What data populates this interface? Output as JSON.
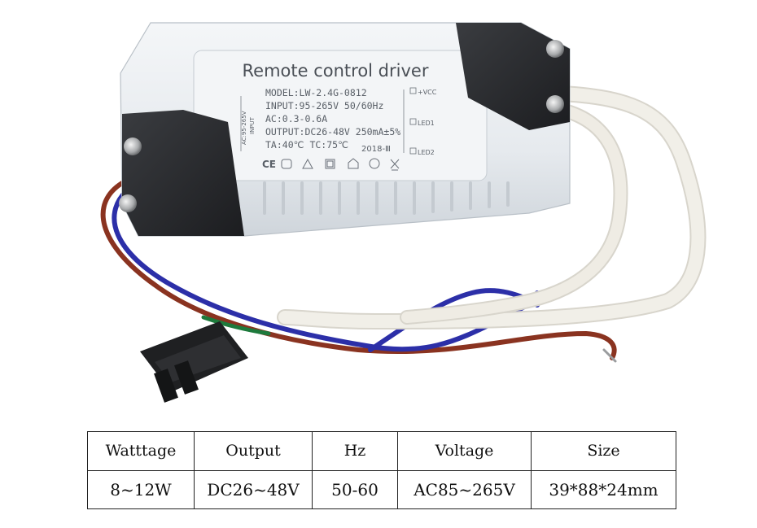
{
  "product_label": {
    "title": "Remote control driver",
    "lines": [
      "MODEL:LW-2.4G-0812",
      "INPUT:95-265V 50/60Hz",
      "AC:0.3-0.6A",
      "OUTPUT:DC26-48V 250mA±5%",
      "TA:40℃ TC:75℃"
    ],
    "year": "2018-Ⅲ",
    "input_side": "AC:95-265V",
    "input_word": "INPUT",
    "terminal_vcc": "+VCC",
    "terminal_led1": "LED1",
    "terminal_led2": "LED2",
    "ce": "CE"
  },
  "specs": {
    "headers": [
      "Watttage",
      "Output",
      "Hz",
      "Voltage",
      "Size"
    ],
    "values": [
      "8~12W",
      "DC26~48V",
      "50-60",
      "AC85~265V",
      "39*88*24mm"
    ]
  },
  "colors": {
    "case": "#eceff1",
    "end_caps": "#2b2d30",
    "wire_blue": "#2c2fa8",
    "wire_brown": "#8a3320",
    "wire_green": "#1e7a3c",
    "sleeve": "#f1efe8"
  }
}
